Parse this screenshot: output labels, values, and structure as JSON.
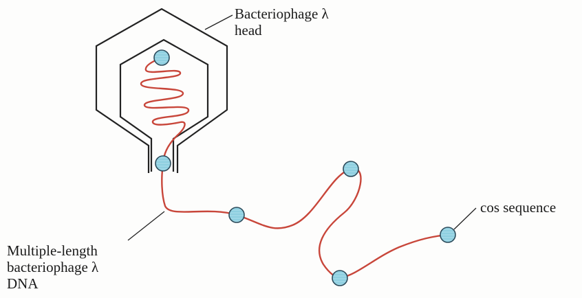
{
  "labels": {
    "head_line1": "Bacteriophage λ",
    "head_line2": "head",
    "cos": "cos sequence",
    "dna_line1": "Multiple-length",
    "dna_line2": "bacteriophage λ",
    "dna_line3": "DNA"
  },
  "colors": {
    "dna_strand": "#c8463a",
    "cos_site_fill": "#8ecfe0",
    "cos_site_stroke": "#2b4a5a",
    "capsid_outline": "#222222",
    "leader_line": "#222222"
  }
}
